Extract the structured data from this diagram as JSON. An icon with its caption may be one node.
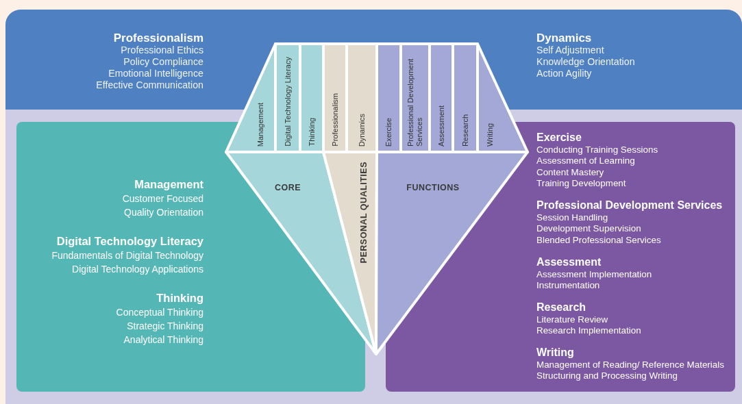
{
  "diagram": {
    "nodes": [
      {
        "text": [
          "Professionalism",
          "Professional Ethics",
          "Policy Compliance",
          "Emotional Intelligence",
          "Effective Communication",
          "Dynamics",
          "Self Adjustment",
          "Knowledge Orientation",
          "Action Agility"
        ]
      },
      {
        "text": [
          "Management",
          "Customer Focused",
          "Quality Orientation",
          "Digital Technology Literacy",
          "Fundamentals of Digital Technology",
          "Digital Technology Applications",
          "Thinking",
          "Conceptual Thinking",
          "Strategic Thinking",
          "Analytical Thinking"
        ]
      },
      {
        "text": [
          "Exercise",
          "Conducting Training Sessions",
          "Assessment of Learning",
          "Content Mastery",
          "Training Development",
          "Professional Development Services",
          "Session Handling",
          "Development Supervision",
          "Blended Professional Services",
          "Assessment",
          "Assessment Implementation",
          "Instrumentation",
          "Research",
          "Literature Review",
          "Research Implementation",
          "Writing",
          "Management of Reading/ Reference Materials",
          "Structuring and Processing Writing"
        ]
      },
      {
        "text": [
          "Management"
        ]
      },
      {
        "text": [
          "Digital Technology Literacy"
        ]
      },
      {
        "text": [
          "Thinking"
        ]
      },
      {
        "text": [
          "Professionalism"
        ]
      },
      {
        "text": [
          "Dynamics"
        ]
      },
      {
        "text": [
          "Exercise"
        ]
      },
      {
        "text": [
          "Professional Development Services"
        ]
      },
      {
        "text": [
          "Assessment"
        ]
      },
      {
        "text": [
          "Research"
        ]
      },
      {
        "text": [
          "Writing"
        ]
      },
      {
        "text": [
          "CORE"
        ]
      },
      {
        "text": [
          "PERSONAL QUALITIES"
        ]
      },
      {
        "text": [
          "FUNCTIONS"
        ]
      }
    ]
  }
}
